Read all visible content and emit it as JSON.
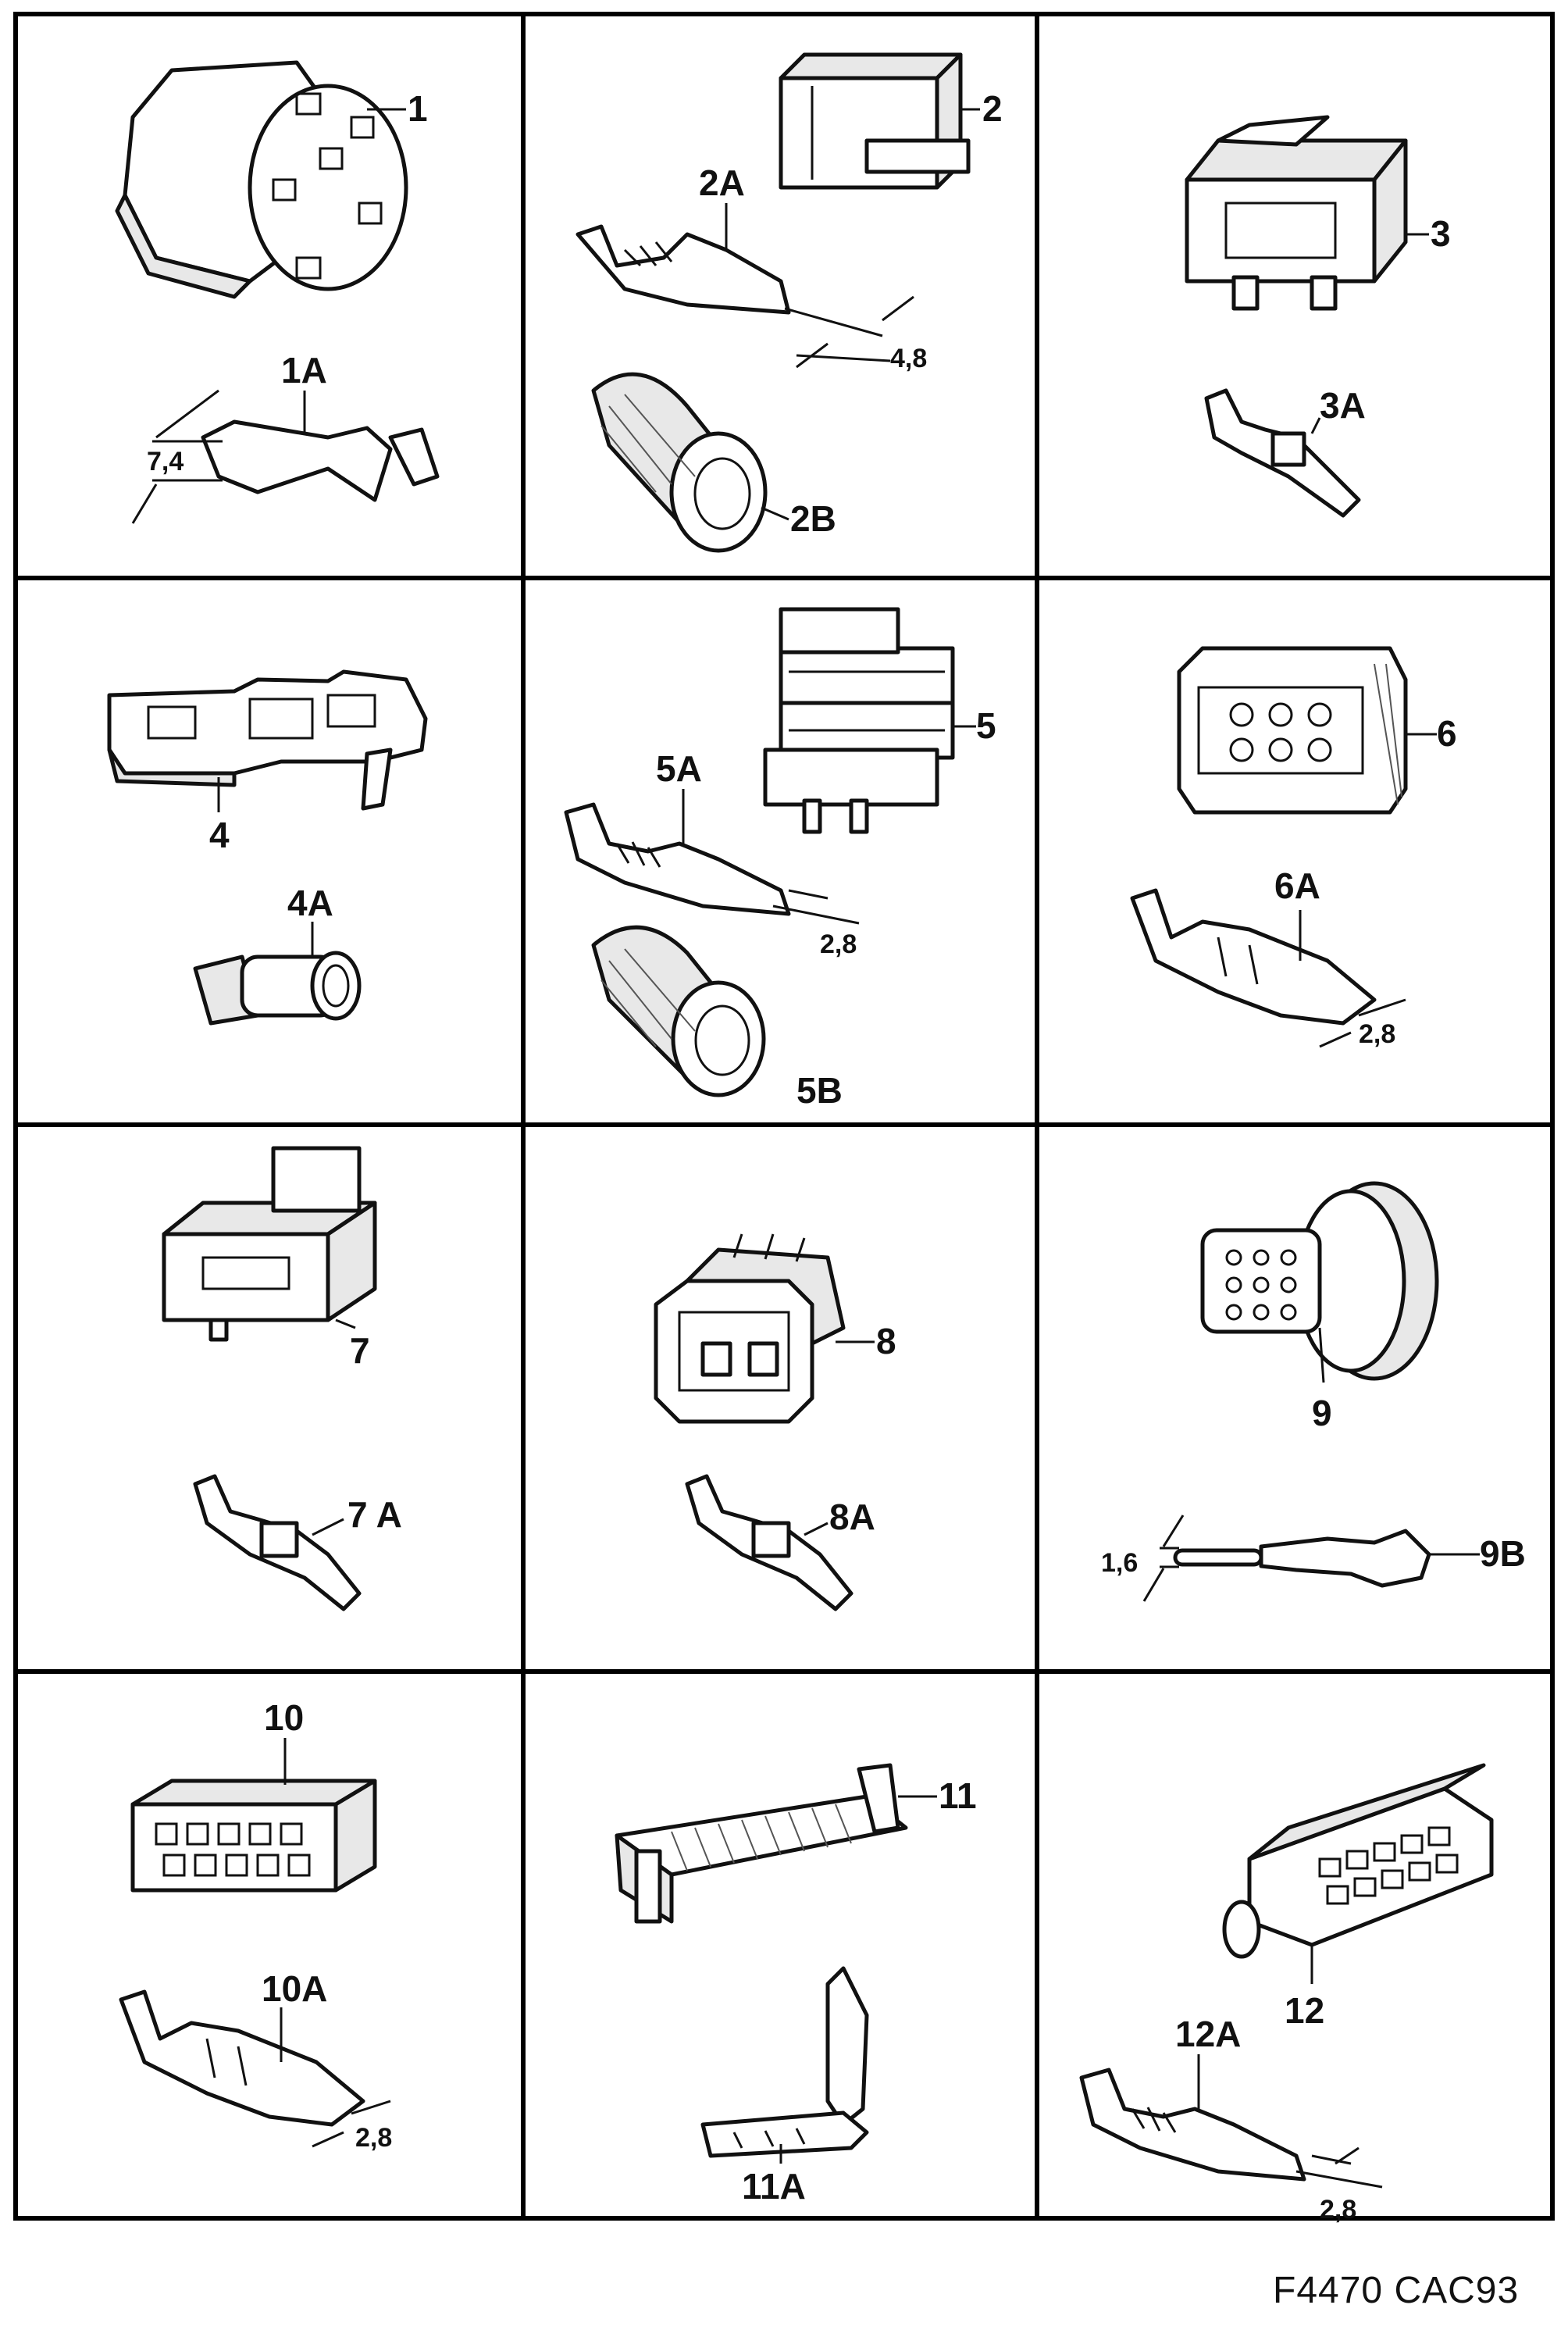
{
  "figure_code": "F4470 CAC93",
  "cells": [
    {
      "id": "c1",
      "labels": [
        "1",
        "1A"
      ],
      "dims": [
        "7,4"
      ]
    },
    {
      "id": "c2",
      "labels": [
        "2",
        "2A",
        "2B"
      ],
      "dims": [
        "4,8"
      ]
    },
    {
      "id": "c3",
      "labels": [
        "3",
        "3A"
      ],
      "dims": []
    },
    {
      "id": "c4",
      "labels": [
        "4",
        "4A"
      ],
      "dims": []
    },
    {
      "id": "c5",
      "labels": [
        "5",
        "5A",
        "5B"
      ],
      "dims": [
        "2,8"
      ]
    },
    {
      "id": "c6",
      "labels": [
        "6",
        "6A"
      ],
      "dims": [
        "2,8"
      ]
    },
    {
      "id": "c7",
      "labels": [
        "7",
        "7 A"
      ],
      "dims": []
    },
    {
      "id": "c8",
      "labels": [
        "8",
        "8A"
      ],
      "dims": []
    },
    {
      "id": "c9",
      "labels": [
        "9",
        "9B"
      ],
      "dims": [
        "1,6"
      ]
    },
    {
      "id": "c10",
      "labels": [
        "10",
        "10A"
      ],
      "dims": [
        "2,8"
      ]
    },
    {
      "id": "c11",
      "labels": [
        "11",
        "11A"
      ],
      "dims": []
    },
    {
      "id": "c12",
      "labels": [
        "12",
        "12A"
      ],
      "dims": [
        "2,8"
      ]
    }
  ]
}
